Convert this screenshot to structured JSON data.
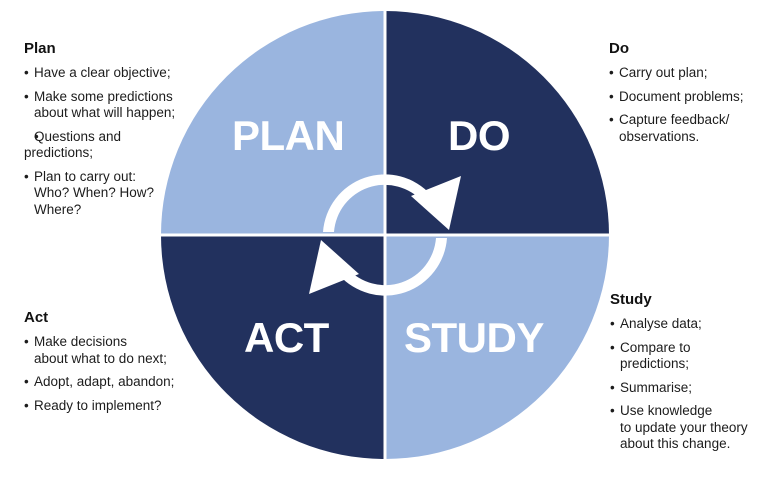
{
  "diagram": {
    "title": "PDSA cycle",
    "colors": {
      "light": "#9ab5df",
      "dark": "#22315e",
      "arrow": "#ffffff",
      "divider": "#ffffff"
    },
    "quadrants": [
      {
        "id": "plan",
        "label": "PLAN",
        "position": "top-left",
        "color": "light"
      },
      {
        "id": "do",
        "label": "DO",
        "position": "top-right",
        "color": "dark"
      },
      {
        "id": "study",
        "label": "STUDY",
        "position": "bottom-right",
        "color": "light"
      },
      {
        "id": "act",
        "label": "ACT",
        "position": "bottom-left",
        "color": "dark"
      }
    ],
    "cycle_icon": "clockwise-cycle-arrows-icon"
  },
  "panels": {
    "plan": {
      "heading": "Plan",
      "items": [
        "Have a clear objective;",
        "Make some predictions\nabout what will happen;",
        "Questions and\npredictions;",
        "Plan to carry out:\nWho? When? How?\nWhere?"
      ]
    },
    "do": {
      "heading": "Do",
      "items": [
        "Carry out plan;",
        "Document problems;",
        "Capture feedback/\nobservations."
      ]
    },
    "study": {
      "heading": "Study",
      "items": [
        "Analyse data;",
        "Compare to\npredictions;",
        "Summarise;",
        "Use knowledge\nto update your theory\nabout this change."
      ]
    },
    "act": {
      "heading": "Act",
      "items": [
        "Make decisions\nabout what to do next;",
        "Adopt, adapt, abandon;",
        "Ready to implement?"
      ]
    }
  }
}
